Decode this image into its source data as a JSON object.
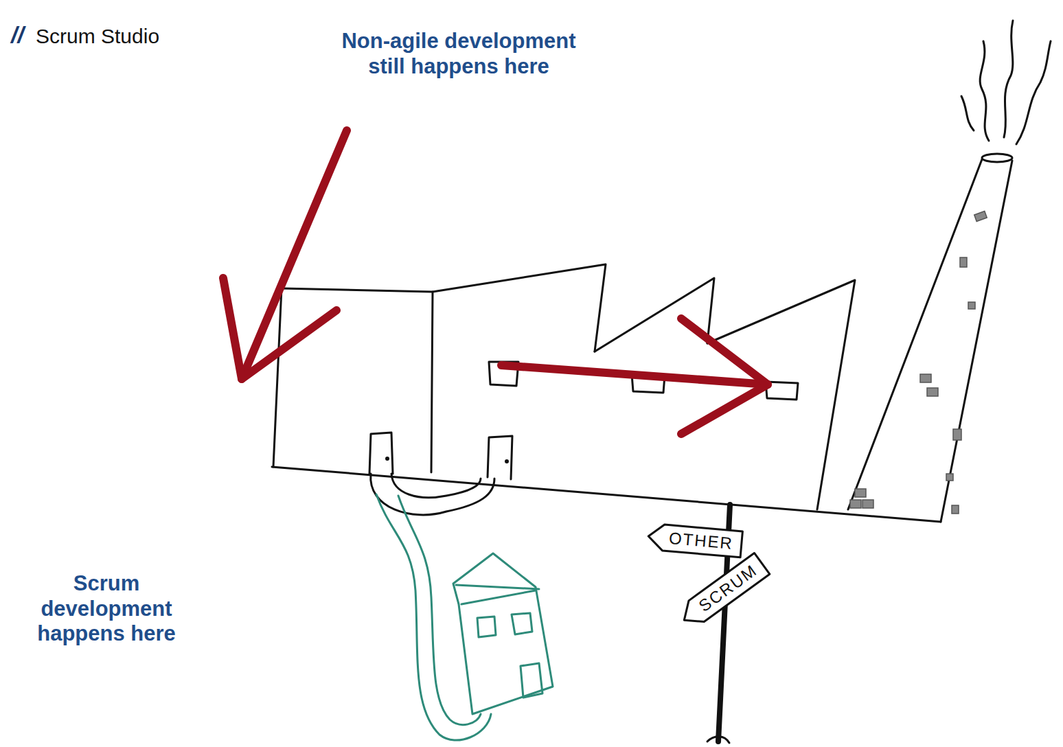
{
  "diagram": {
    "nodes": [
      {
        "text": [
          "OTHER"
        ]
      },
      {
        "text": [
          "SCRUM"
        ]
      }
    ],
    "labels": [
      "//",
      "Scrum Studio",
      "Non-agile development still happens here",
      "Scrum development happens here"
    ]
  }
}
